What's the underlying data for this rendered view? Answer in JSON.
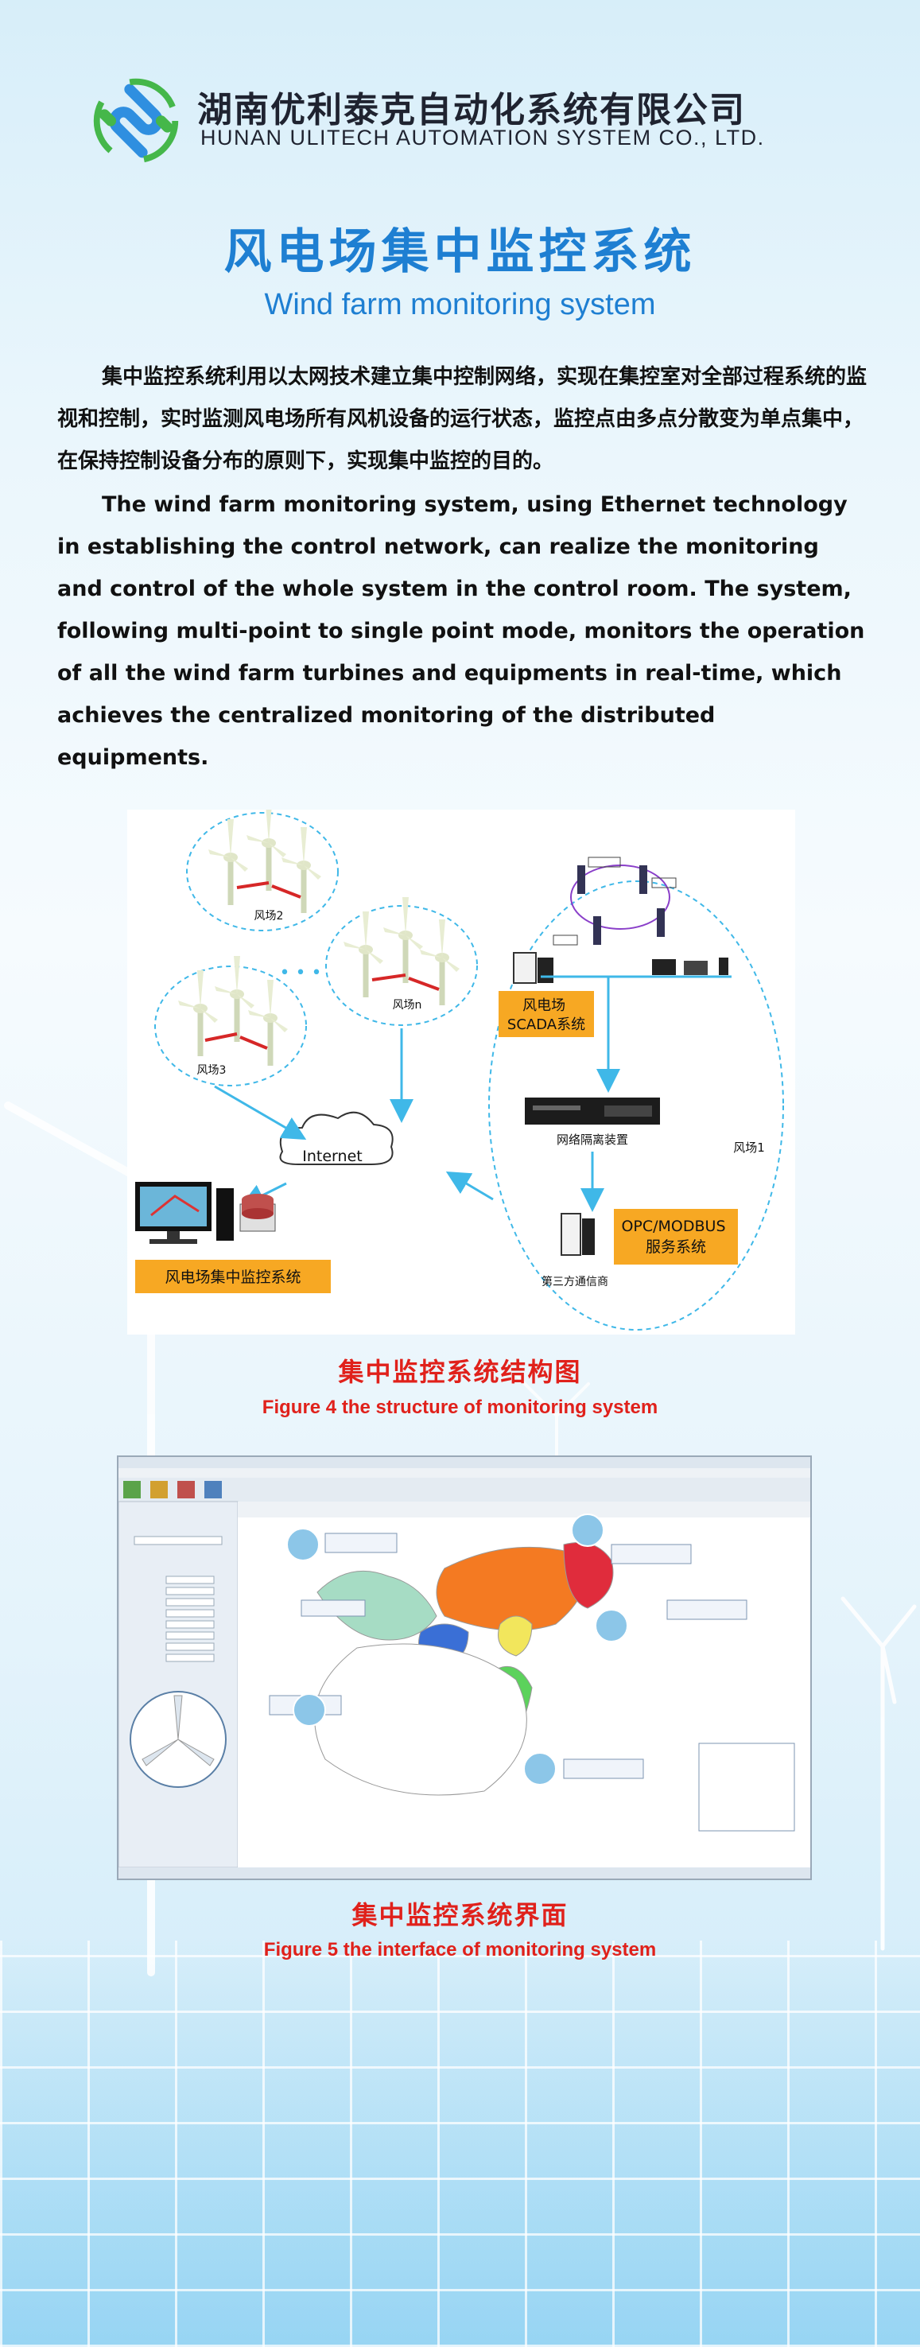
{
  "company": {
    "name_cn": "湖南优利泰克自动化系统有限公司",
    "name_en": "HUNAN ULITECH AUTOMATION SYSTEM CO., LTD."
  },
  "title": {
    "cn": "风电场集中监控系统",
    "en": "Wind farm monitoring system"
  },
  "intro": {
    "cn": "集中监控系统利用以太网技术建立集中控制网络，实现在集控室对全部过程系统的监视和控制，实时监测风电场所有风机设备的运行状态，监控点由多点分散变为单点集中，在保持控制设备分布的原则下，实现集中监控的目的。",
    "en": "The wind farm monitoring system, using Ethernet technology in establishing the control network, can realize the monitoring and control of the whole system in the control room. The system, following multi-point to single point mode, monitors the operation of all the wind farm turbines and equipments in real-time, which achieves the centralized monitoring of the distributed equipments."
  },
  "figure4": {
    "farm2": "风场2",
    "farm3": "风场3",
    "farmn": "风场n",
    "farm1": "风场1",
    "ellipsis": "• • •",
    "internet": "Internet",
    "scada": "风电场\nSCADA系统",
    "isolator": "网络隔离装置",
    "opc": "OPC/MODBUS\n服务系统",
    "third_party": "第三方通信商",
    "central": "风电场集中监控系统",
    "caption_cn": "集中监控系统结构图",
    "caption_en": "Figure 4 the structure of monitoring system"
  },
  "figure5": {
    "caption_cn": "集中监控系统界面",
    "caption_en": "Figure 5 the interface of monitoring system"
  },
  "colors": {
    "brand_blue": "#1e7fd2",
    "caption_red": "#e0211b",
    "label_orange": "#f7a823"
  }
}
